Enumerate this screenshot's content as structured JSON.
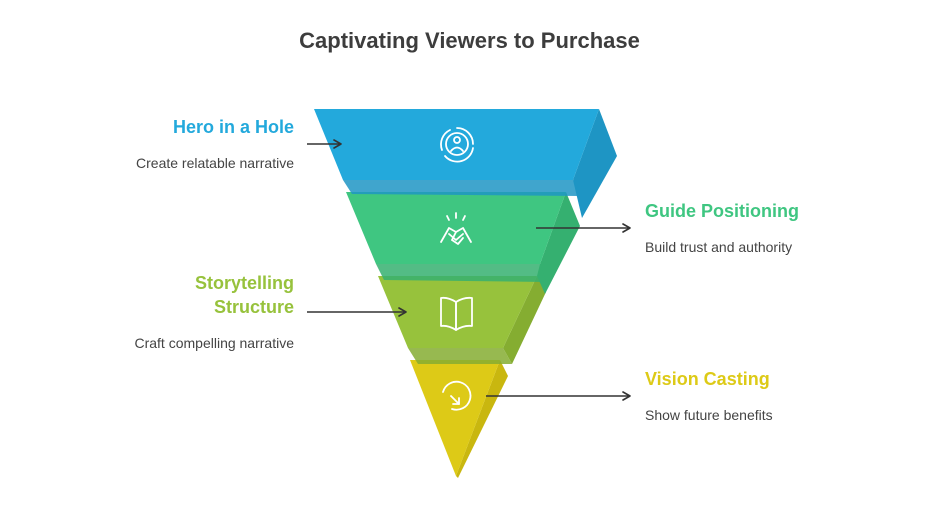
{
  "title": "Captivating Viewers to Purchase",
  "stages": [
    {
      "label": "Hero in a Hole",
      "description": "Create relatable narrative",
      "icon": "person-target-icon",
      "color": "#23a9dc",
      "side_color": "#1e95c4"
    },
    {
      "label": "Guide Positioning",
      "description": "Build trust and authority",
      "icon": "handshake-icon",
      "color": "#3fc681",
      "side_color": "#35b070"
    },
    {
      "label": "Storytelling Structure",
      "label_lines": [
        "Storytelling",
        "Structure"
      ],
      "description": "Craft compelling narrative",
      "icon": "open-book-icon",
      "color": "#97c23c",
      "side_color": "#85ad31"
    },
    {
      "label": "Vision Casting",
      "description": "Show future benefits",
      "icon": "clockwise-arrow-icon",
      "color": "#ddca17",
      "side_color": "#c9b70f"
    }
  ]
}
